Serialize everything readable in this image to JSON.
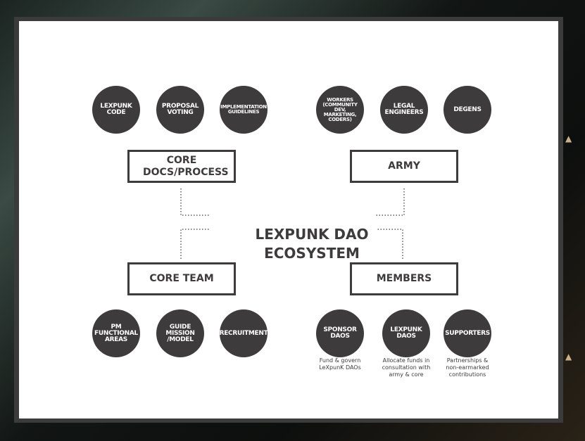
{
  "title": "LEXPUNK DAO ECOSYSTEM",
  "groups": {
    "core_docs": {
      "label": "CORE DOCS/PROCESS",
      "items": [
        "LEXPUNK CODE",
        "PROPOSAL VOTING",
        "IMPLEMENTATION GUIDELINES"
      ]
    },
    "army": {
      "label": "ARMY",
      "items": [
        "WORKERS (COMMUNITY DEV, MARKETING, CODERS)",
        "LEGAL ENGINEERS",
        "DEGENS"
      ]
    },
    "core_team": {
      "label": "CORE TEAM",
      "items": [
        "PM FUNCTIONAL AREAS",
        "GUIDE MISSION /MODEL",
        "RECRUITMENT"
      ]
    },
    "members": {
      "label": "MEMBERS",
      "items": [
        "SPONSOR DAOS",
        "LEXPUNK DAOS",
        "SUPPORTERS"
      ],
      "captions": [
        "Fund & govern LeXpunK DAOs",
        "Allocate funds in consultation with army & core",
        "Partnerships & non-earmarked contributions"
      ]
    }
  },
  "colors": {
    "dark": "#3d3b3b",
    "background": "#ffffff",
    "frame": "#3c3b3b"
  }
}
